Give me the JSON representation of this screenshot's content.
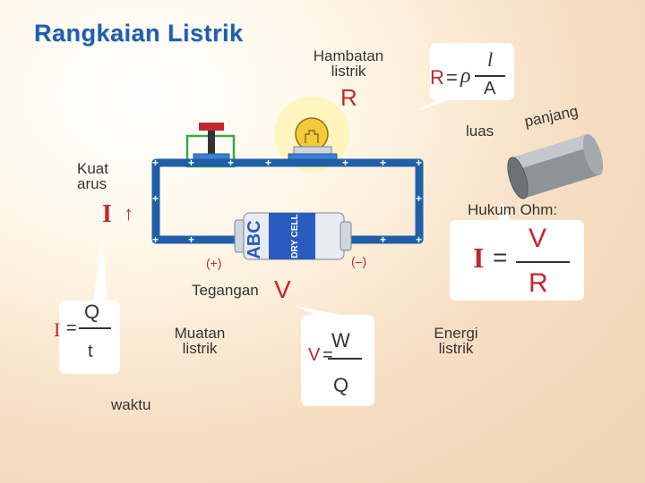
{
  "title": "Rangkaian Listrik",
  "labels": {
    "hambatan_line1": "Hambatan",
    "hambatan_line2": "listrik",
    "hambatan_symbol": "R",
    "kuat_line1": "Kuat",
    "kuat_line2": "arus",
    "current_symbol": "I",
    "current_arrow": "↑",
    "luas": "luas",
    "panjang": "panjang",
    "hukum_ohm": "Hukum Ohm:",
    "plus_terminal": "(+)",
    "minus_terminal": "(–)",
    "tegangan": "Tegangan",
    "tegangan_symbol": "V",
    "muatan_line1": "Muatan",
    "muatan_line2": "listrik",
    "energi_line1": "Energi",
    "energi_line2": "listrik",
    "waktu": "waktu"
  },
  "battery": {
    "brand": "ABC",
    "text": "DRY CELL"
  },
  "formulas": {
    "resistance": {
      "lhs": "R",
      "eq": "=",
      "rho": "ρ",
      "num": "l",
      "den": "A"
    },
    "current_charge": {
      "lhs": "I",
      "eq": "=",
      "num": "Q",
      "den": "t"
    },
    "voltage": {
      "lhs": "V",
      "eq": "=",
      "num": "W",
      "den": "Q"
    },
    "ohm": {
      "lhs": "I",
      "eq": "=",
      "num": "V",
      "den": "R"
    }
  },
  "colors": {
    "title": "#1f5fa8",
    "wire": "#1f5fa8",
    "accent_red": "#c0282f",
    "switch_frame": "#3aa64a",
    "lamp": "#f5c93a"
  }
}
